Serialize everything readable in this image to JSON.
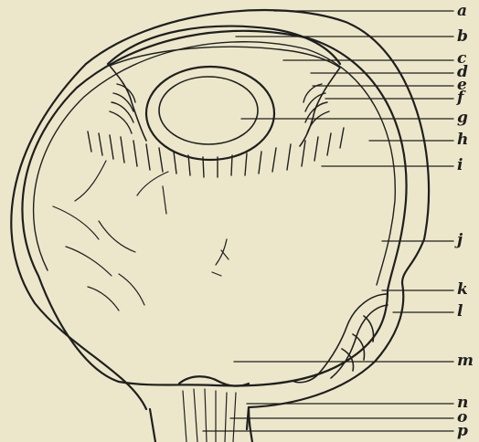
{
  "diagram": {
    "labels": [
      "a",
      "b",
      "c",
      "d",
      "e",
      "f",
      "g",
      "h",
      "i",
      "j",
      "k",
      "l",
      "m",
      "n",
      "o",
      "p"
    ],
    "colors": {
      "background": "#ece7ca",
      "ink": "#1f1f1f"
    }
  }
}
